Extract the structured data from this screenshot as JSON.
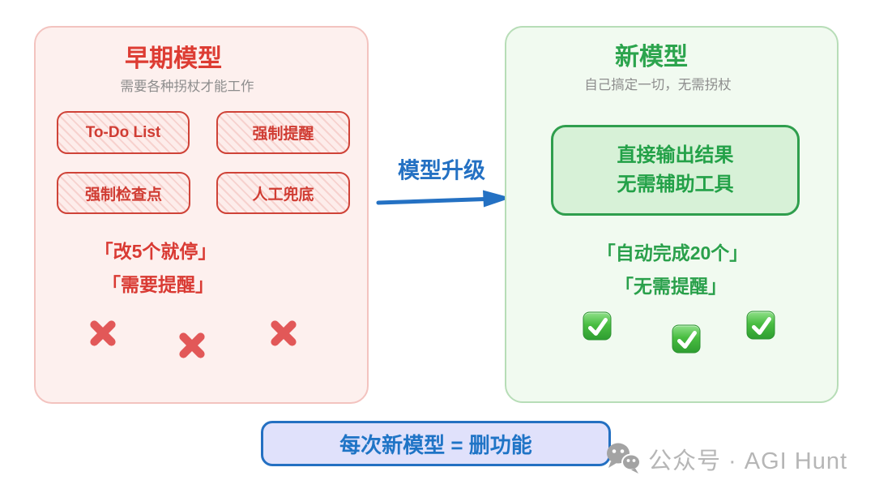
{
  "left_panel": {
    "title": "早期模型",
    "subtitle": "需要各种拐杖才能工作",
    "boxes": [
      "To-Do List",
      "强制提醒",
      "强制检查点",
      "人工兜底"
    ],
    "quotes": [
      "「改5个就停」",
      "「需要提醒」"
    ],
    "mark": "cross",
    "mark_count": 3
  },
  "transition": {
    "label": "模型升级"
  },
  "right_panel": {
    "title": "新模型",
    "subtitle": "自己搞定一切，无需拐杖",
    "result_box": [
      "直接输出结果",
      "无需辅助工具"
    ],
    "quotes": [
      "「自动完成20个」",
      "「无需提醒」"
    ],
    "mark": "check",
    "mark_count": 3
  },
  "conclusion": {
    "label": "每次新模型 = 删功能"
  },
  "watermark": {
    "label": "公众号 · AGI Hunt"
  },
  "icons": {
    "cross": "✕",
    "check": "✓",
    "wechat": "wechat-logo",
    "arrow": "→"
  },
  "colors": {
    "red": "#d93a33",
    "green": "#2aa04b",
    "blue": "#2173c5",
    "gray": "#8d8d8d"
  }
}
